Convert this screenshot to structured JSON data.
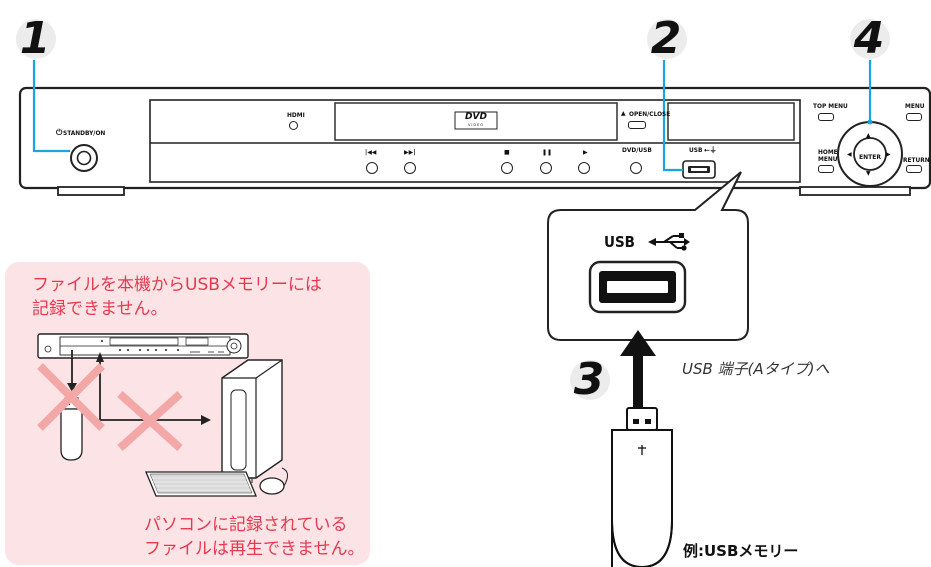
{
  "steps": [
    "1",
    "2",
    "3",
    "4"
  ],
  "player": {
    "power_label": "STANDBY/ON",
    "hdmi_label": "HDMI",
    "disc_logo": "DVD",
    "disc_logo_sub": "VIDEO",
    "open_close_label": "OPEN/CLOSE",
    "transport_symbols": [
      "|◀◀",
      "▶▶|",
      "■",
      "❚❚",
      "▶"
    ],
    "dvd_usb_label": "DVD/USB",
    "usb_port_label": "USB",
    "top_menu_label": "TOP MENU",
    "menu_label": "MENU",
    "home_menu_label_1": "HOME",
    "home_menu_label_2": "MENU",
    "return_label": "RETURN",
    "enter_label": "ENTER"
  },
  "callout": {
    "usb_label": "USB",
    "note": "USB 端子(Aタイプ)へ",
    "example": "例:USBメモリー"
  },
  "warning_panel": {
    "top_line1": "ファイルを本機からUSBメモリーには",
    "top_line2": "記録できません。",
    "bottom_line1": "パソコンに記録されている",
    "bottom_line2": "ファイルは再生できません。"
  },
  "colors": {
    "leader": "#19a6e0",
    "cross": "#f3a7a6",
    "panel_bg": "#fbe3e6",
    "warning_text": "#e6394f"
  }
}
